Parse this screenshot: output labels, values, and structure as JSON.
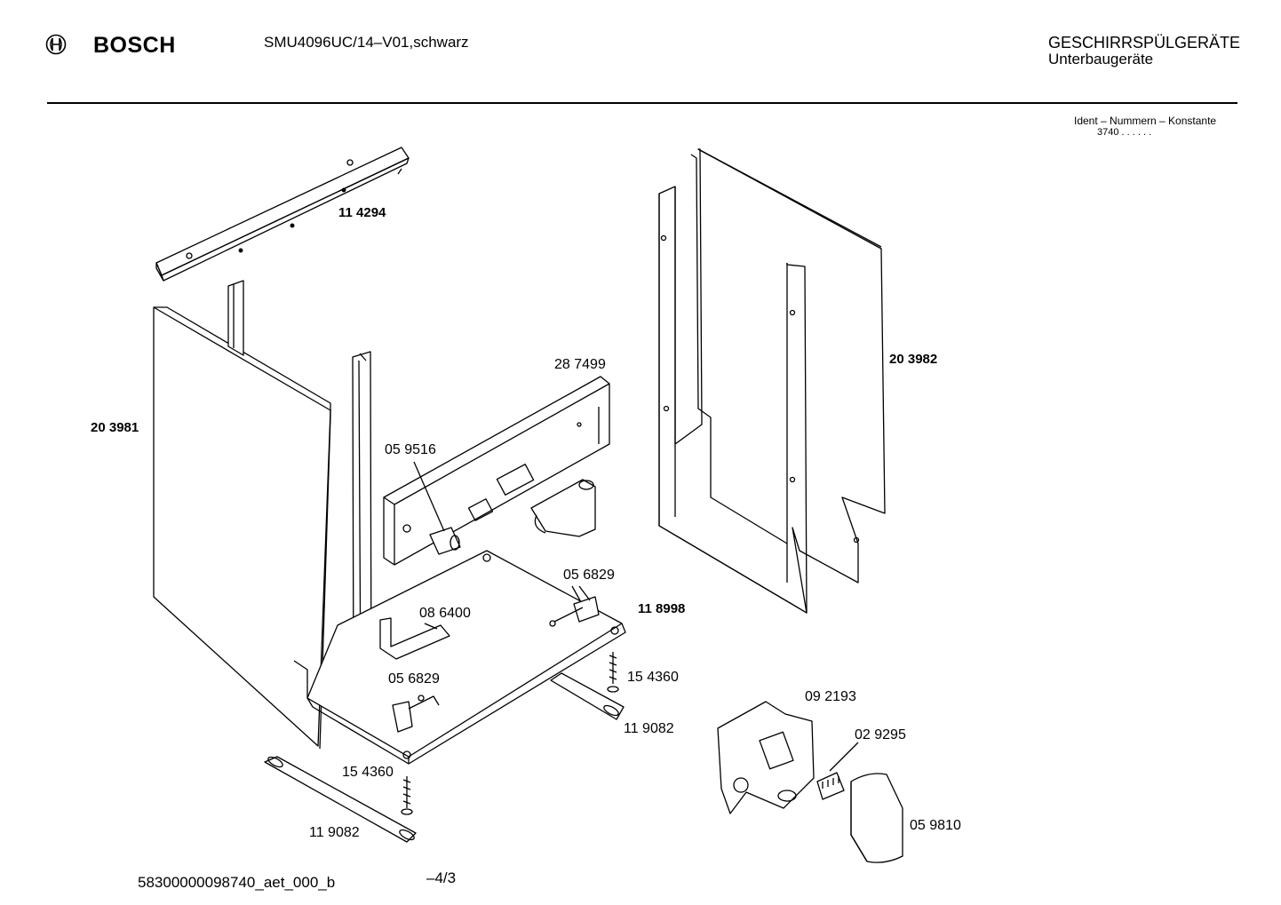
{
  "header": {
    "brand": "BOSCH",
    "model": "SMU4096UC/14–V01,schwarz",
    "category": "GESCHIRRSPÜLGERÄTE",
    "subcategory": "Unterbaugeräte",
    "ident_label": "Ident – Nummern – Konstante",
    "ident_value": "3740 . .   . . . ."
  },
  "footer": {
    "doc_id": "58300000098740_aet_000_b",
    "page": "–4/3"
  },
  "parts": {
    "p114294": "11 4294",
    "p203981": "20 3981",
    "p203982": "20 3982",
    "p287499": "28 7499",
    "p059516": "05 9516",
    "p056829a": "05 6829",
    "p118998": "11 8998",
    "p086400": "08 6400",
    "p154360a": "15 4360",
    "p056829b": "05 6829",
    "p119082a": "11 9082",
    "p092193": "09 2193",
    "p029295": "02 9295",
    "p154360b": "15 4360",
    "p119082b": "11 9082",
    "p059810": "05 9810"
  }
}
